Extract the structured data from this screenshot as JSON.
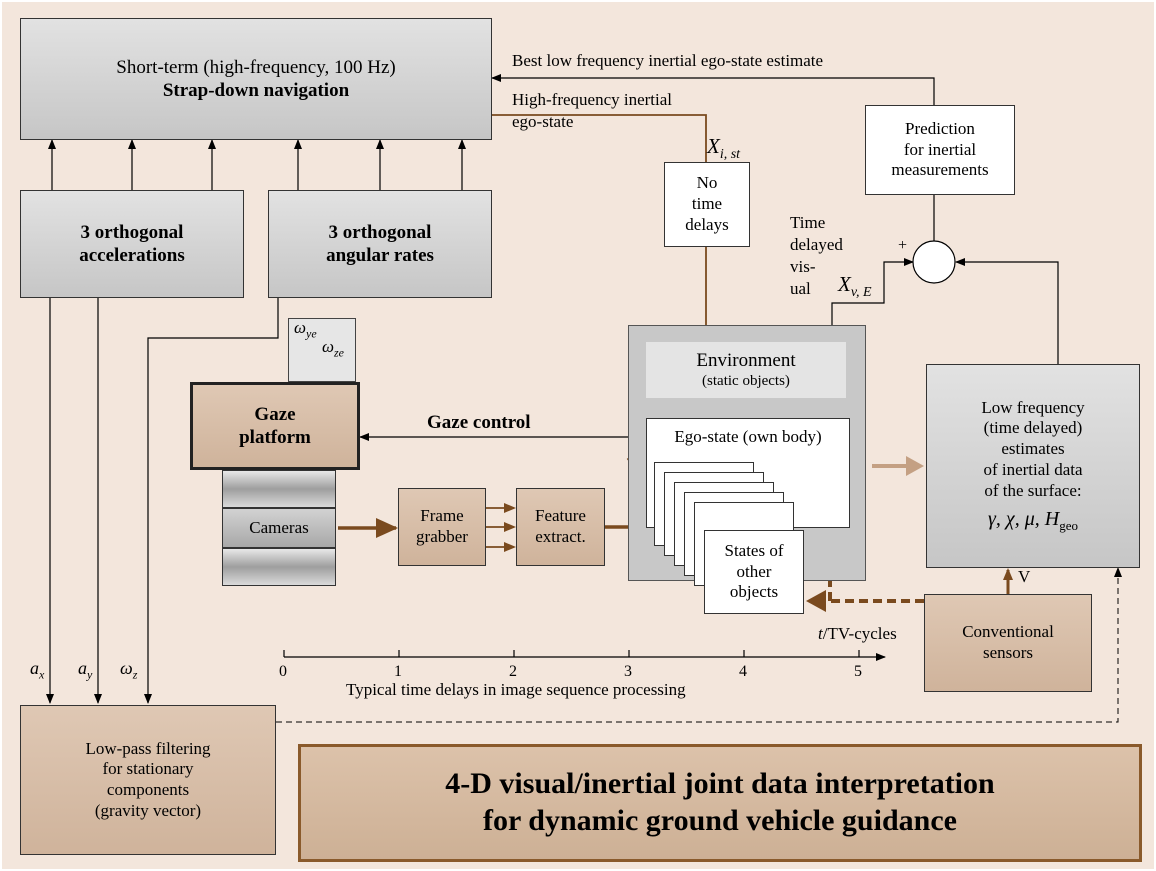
{
  "strapdown": {
    "line1": "Short-term (high-frequency, 100 Hz)",
    "line2": "Strap-down navigation"
  },
  "accel_box": {
    "line1": "3 orthogonal",
    "line2": "accelerations"
  },
  "angular_box": {
    "line1": "3 orthogonal",
    "line2": "angular rates"
  },
  "prediction_box": {
    "line1": "Prediction",
    "line2": "for inertial",
    "line3": "measurements"
  },
  "no_delay_box": {
    "line1": "No",
    "line2": "time",
    "line3": "delays"
  },
  "omega_box": {
    "omega_y": "ω",
    "omega_y_sub": "ye",
    "omega_z": "ω",
    "omega_z_sub": "ze"
  },
  "gaze_box": {
    "line1": "Gaze",
    "line2": "platform"
  },
  "cameras_label": "Cameras",
  "frame_box": {
    "line1": "Frame",
    "line2": "grabber"
  },
  "feature_box": {
    "line1": "Feature",
    "line2": "extract."
  },
  "environment": {
    "title": "Environment",
    "subtitle": "(static objects)",
    "ego_state": "Ego-state (own body)"
  },
  "states_box": {
    "line1": "States of",
    "line2": "other",
    "line3": "objects"
  },
  "low_freq_box": {
    "line1": "Low frequency",
    "line2": "(time delayed)",
    "line3": "estimates",
    "line4": "of inertial data",
    "line5": "of the surface:",
    "formula_a": "γ, χ, μ, H",
    "formula_sub": "geo"
  },
  "conventional_box": {
    "line1": "Conventional",
    "line2": "sensors"
  },
  "lowpass_box": {
    "line1": "Low-pass filtering",
    "line2": "for stationary",
    "line3": "components",
    "line4": "(gravity vector)"
  },
  "title_box": {
    "line1": "4-D visual/inertial joint data interpretation",
    "line2": "for dynamic ground vehicle guidance"
  },
  "labels": {
    "best_low_freq": "Best low frequency inertial ego-state estimate",
    "high_freq_1": "High-frequency inertial",
    "high_freq_2": "ego-state",
    "x_ist": "X",
    "x_ist_sub": "i, st",
    "time_delayed_1": "Time",
    "time_delayed_2": "delayed",
    "time_delayed_3": "vis-",
    "time_delayed_4": "ual",
    "x_ve": "X",
    "x_ve_sub": "v, E",
    "plus": "+",
    "minus": "−",
    "gaze_control": "Gaze control",
    "v_label": "V",
    "ax": "a",
    "ax_sub": "x",
    "ay": "a",
    "ay_sub": "y",
    "wz": "ω",
    "wz_sub": "z"
  },
  "timeline": {
    "axis_label": "t",
    "axis_unit": "/TV-cycles",
    "caption": "Typical time delays in image sequence processing",
    "ticks": [
      "0",
      "1",
      "2",
      "3",
      "4",
      "5"
    ]
  },
  "colors": {
    "background": "#f3e6dc",
    "brown_arrow": "#7a4a1e",
    "light_brown_arrow": "#c4a083",
    "gray_box": "#d4d4d4",
    "tan_box": "#d8bfa9",
    "title_border": "#8a5a2b"
  }
}
